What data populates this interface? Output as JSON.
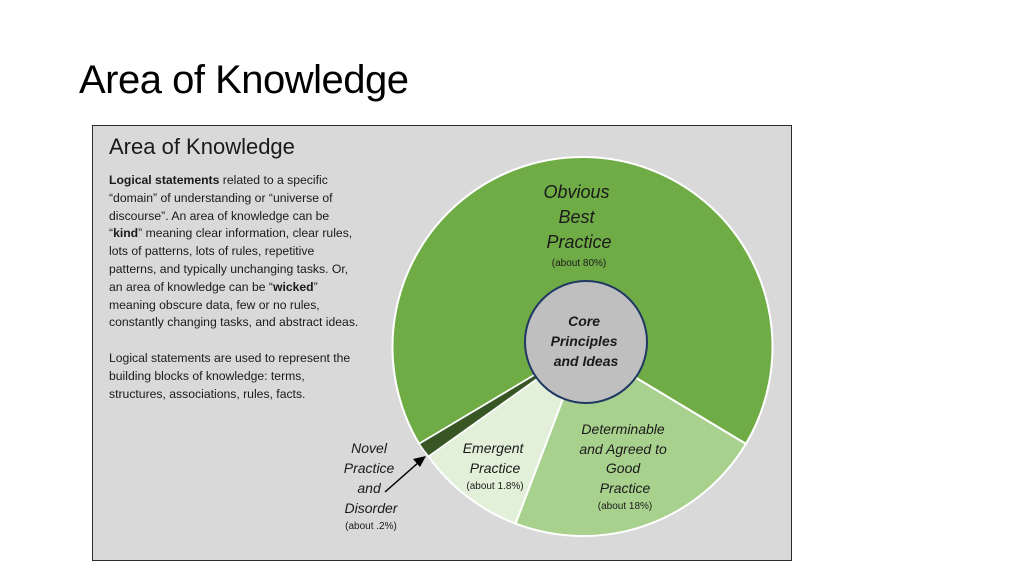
{
  "slide": {
    "title": "Area of Knowledge"
  },
  "panel": {
    "title": "Area of Knowledge",
    "p1": {
      "t1_bold": "Logical statements",
      "t2": " related to a specific “domain” of understanding or “universe of discourse”. An area of knowledge can be “",
      "t3_bold": "kind",
      "t4": "” meaning clear information, clear rules, lots of patterns, lots of rules, repetitive patterns, and typically unchanging tasks.  Or, an area of knowledge can be “",
      "t5_bold": "wicked",
      "t6": "” meaning obscure data, few or no rules, constantly changing tasks, and abstract ideas."
    },
    "p2": "Logical statements are used to represent the building blocks of knowledge: terms, structures, associations, rules, facts."
  },
  "diagram": {
    "center": {
      "lines": [
        "Core",
        "Principles",
        "and Ideas"
      ]
    },
    "segments": [
      {
        "id": "obvious",
        "lines": [
          "Obvious",
          "Best",
          "Practice"
        ],
        "pct": "(about 80%)",
        "color": "#6fac46"
      },
      {
        "id": "determinable",
        "lines": [
          "Determinable",
          "and Agreed to",
          "Good",
          "Practice"
        ],
        "pct": "(about 18%)",
        "color": "#a9d18e"
      },
      {
        "id": "emergent",
        "lines": [
          "Emergent",
          "Practice"
        ],
        "pct": "(about 1.8%)",
        "color": "#e2efd9"
      },
      {
        "id": "novel",
        "lines": [
          "Novel",
          "Practice",
          "and",
          "Disorder"
        ],
        "pct": "(about .2%)",
        "color": "#375623"
      }
    ],
    "colors": {
      "center_fill": "#bfbfbf",
      "center_stroke": "#1f3864",
      "separator": "#ffffff"
    }
  }
}
